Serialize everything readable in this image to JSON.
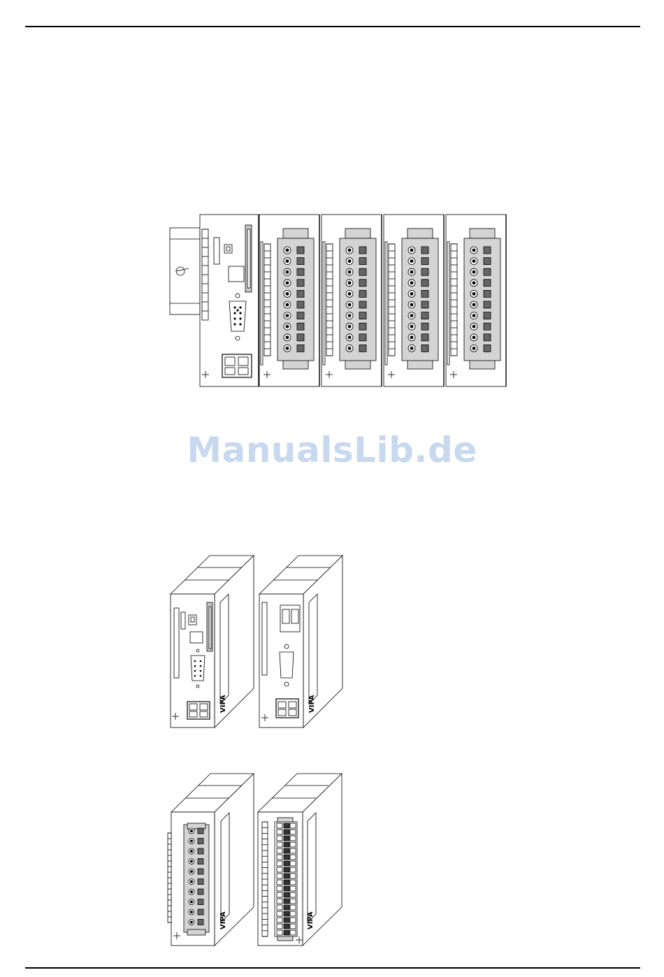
{
  "watermark": {
    "text": "ManualsLib.de",
    "color": "#c7d8ef"
  },
  "figures": {
    "rack": {
      "module_count": 4,
      "terminals_per_connector": 10
    },
    "cpu_modules": {
      "brand_label": "VIPA"
    },
    "io_modules": {
      "brand_label": "VIPA"
    }
  }
}
